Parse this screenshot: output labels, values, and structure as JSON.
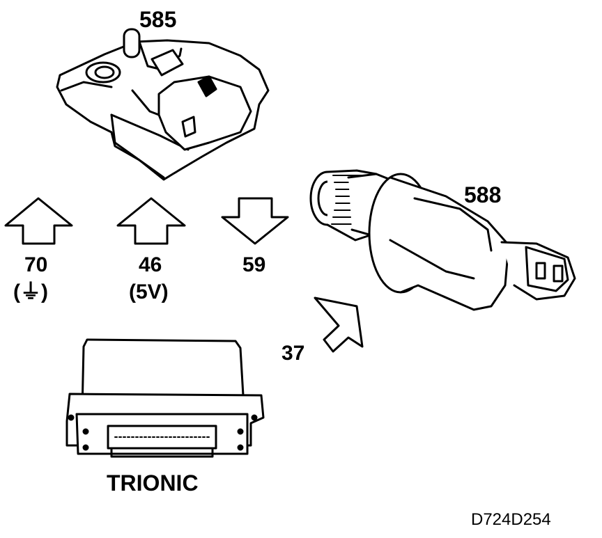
{
  "components": {
    "map_sensor": {
      "number": "585"
    },
    "throttle_actuator": {
      "number": "588"
    },
    "control_unit": {
      "name": "TRIONIC"
    }
  },
  "signals": [
    {
      "pin": "70",
      "note": "(⏚)",
      "direction": "up"
    },
    {
      "pin": "46",
      "note": "(5V)",
      "direction": "up"
    },
    {
      "pin": "59",
      "note": "",
      "direction": "down"
    },
    {
      "pin": "37",
      "note": "",
      "direction": "up-left"
    }
  ],
  "figure_ref": "D724D254"
}
